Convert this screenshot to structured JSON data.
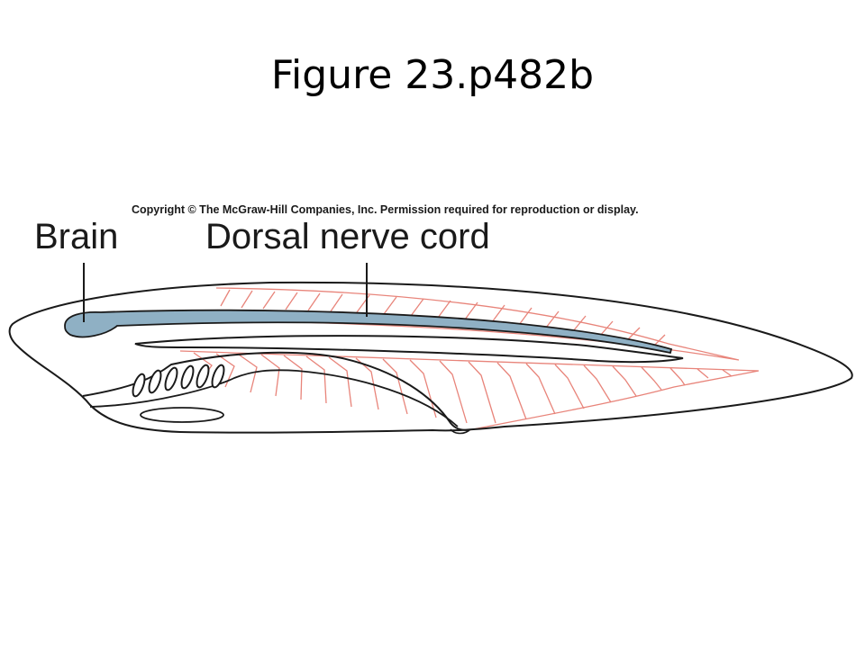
{
  "slide": {
    "title": "Figure 23.p482b"
  },
  "figure": {
    "copyright": "Copyright © The McGraw-Hill Companies, Inc. Permission required for reproduction or display.",
    "labels": {
      "brain": "Brain",
      "dorsal_nerve_cord": "Dorsal nerve cord"
    },
    "colors": {
      "nerve_cord": "#8fb0c4",
      "muscle_segments": "#e8847a",
      "outline": "#1a1a1a"
    }
  }
}
